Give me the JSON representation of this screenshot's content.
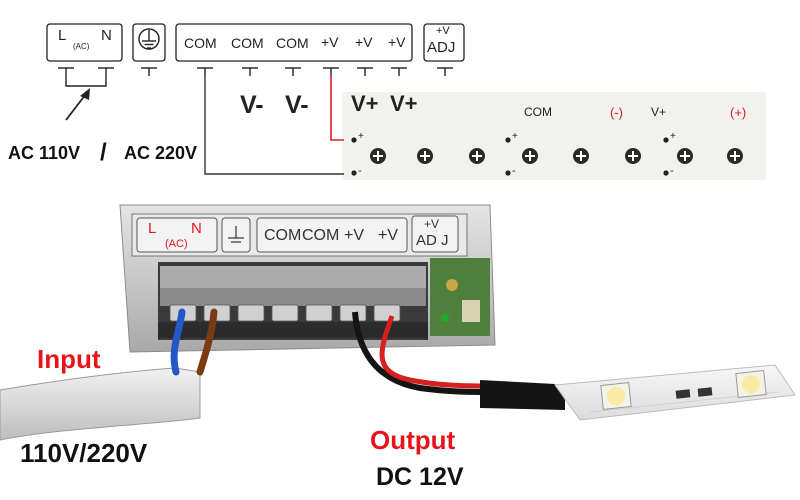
{
  "terminal_block": {
    "ac_group": {
      "l": "L",
      "ac": "(AC)",
      "n": "N"
    },
    "ground_icon": "ground-icon",
    "outputs": [
      "COM",
      "COM",
      "COM",
      "+V",
      "+V",
      "+V"
    ],
    "adj": {
      "top": "+V",
      "bottom": "ADJ"
    }
  },
  "labels": {
    "v_minus": "V-",
    "v_minus_2": "V-",
    "v_plus": "V+",
    "v_plus_2": "V+",
    "ac_in_a": "AC 110V",
    "slash": "/",
    "ac_in_b": "AC 220V"
  },
  "strip_panel": {
    "com": "COM",
    "minus": "(-)",
    "vplus": "V+",
    "plus": "(+)",
    "pad_plus": "+",
    "pad_minus": "-"
  },
  "psu_photo": {
    "l": "L",
    "n": "N",
    "ac": "(AC)",
    "com1": "COM",
    "com2": "COM",
    "v1": "+V",
    "v2": "+V",
    "adj_top": "+V",
    "adj_bottom": "AD J"
  },
  "annotations": {
    "input": "Input",
    "input_value": "110V/220V",
    "output": "Output",
    "output_value": "DC 12V"
  },
  "colors": {
    "accent_red": "#e8141b",
    "wire_red": "#d42020",
    "wire_blue": "#2458c8",
    "wire_brown": "#7a3b14",
    "strip_panel_bg": "#f0f0ec"
  }
}
